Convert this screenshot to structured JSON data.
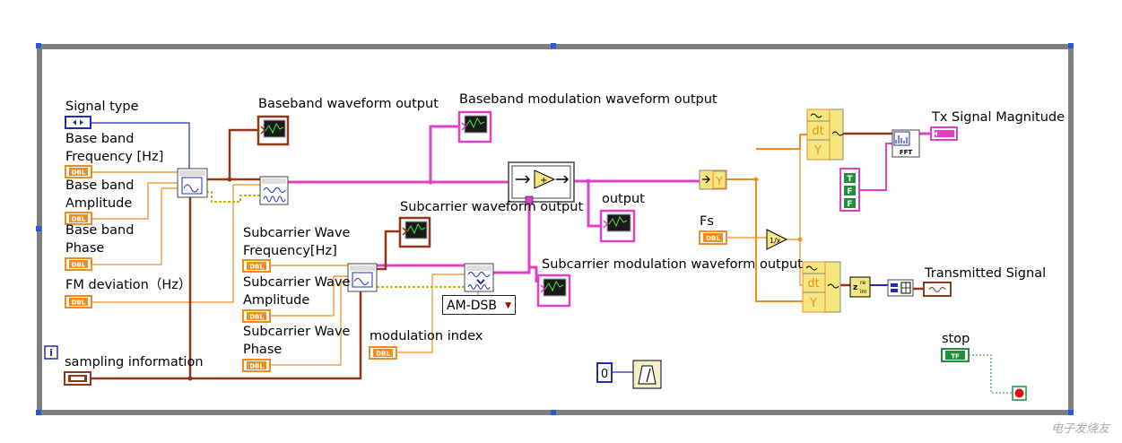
{
  "labels": {
    "signal_type": "Signal type",
    "base_band_frequency": "Base band\nFrequency [Hz]",
    "base_band_amplitude": "Base band\nAmplitude",
    "base_band_phase": "Base band\nPhase",
    "fm_deviation": "FM deviation（Hz）",
    "sampling_information": "sampling information",
    "baseband_waveform_output": "Baseband waveform output",
    "baseband_modulation_waveform_output": "Baseband modulation waveform output",
    "subcarrier_waveform_output": "Subcarrier waveform output",
    "subcarrier_wave_frequency": "Subcarrier Wave\nFrequency[Hz]",
    "subcarrier_wave_amplitude": "Subcarrier Wave\nAmplitude",
    "subcarrier_wave_phase": "Subcarrier Wave\nPhase",
    "modulation_index": "modulation index",
    "subcarrier_modulation_waveform_output": "Subcarrier modulation waveform output",
    "output": "output",
    "fs": "Fs",
    "tx_signal_magnitude": "Tx Signal Magnitude",
    "transmitted_signal": "Transmitted Signal",
    "stop": "stop"
  },
  "terminals": {
    "dbl": "DBL",
    "tf": "TF",
    "t": "T",
    "f": "F",
    "fft": "FFT",
    "y": "Y",
    "dt": "dt",
    "re": "re",
    "im": "im",
    "loop_index": "i",
    "zero_constant": "0"
  },
  "modulation_enum": {
    "selected": "AM-DSB"
  },
  "watermark": "电子发烧友",
  "colors": {
    "orange_wire": "#F28C1E",
    "pink_wire": "#E040C8",
    "brown_wire": "#8B3A1A",
    "blue_wire": "#1E2CB8",
    "green_wire": "#1F8F3A",
    "loop_border": "#808080"
  }
}
